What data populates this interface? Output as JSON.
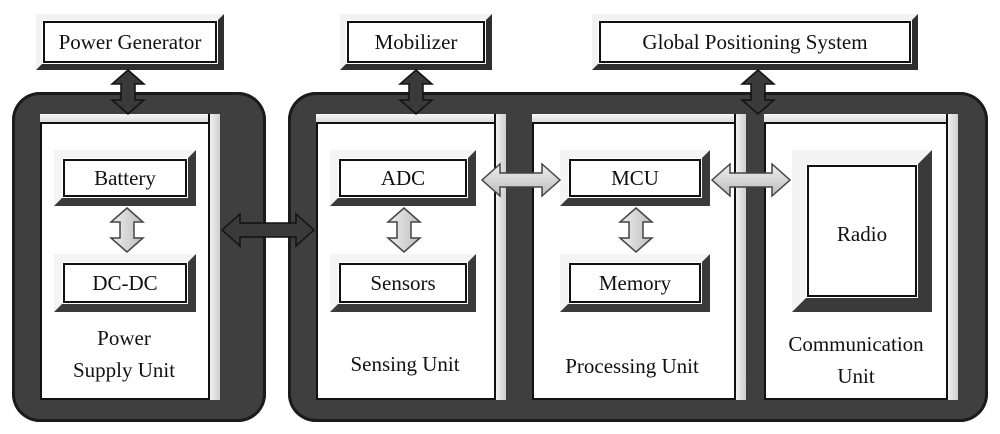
{
  "external": {
    "power_generator": "Power Generator",
    "mobilizer": "Mobilizer",
    "gps": "Global Positioning System"
  },
  "power_unit": {
    "battery": "Battery",
    "dcdc": "DC-DC",
    "title_line1": "Power",
    "title_line2": "Supply Unit"
  },
  "sensing_unit": {
    "adc": "ADC",
    "sensors": "Sensors",
    "title": "Sensing Unit"
  },
  "processing_unit": {
    "mcu": "MCU",
    "memory": "Memory",
    "title": "Processing Unit"
  },
  "communication_unit": {
    "radio": "Radio",
    "title_line1": "Communication",
    "title_line2": "Unit"
  },
  "colors": {
    "dark_arrow": "#3a3a3a",
    "light_arrow": "#d6d6d6",
    "container": "#3f3f3f"
  }
}
